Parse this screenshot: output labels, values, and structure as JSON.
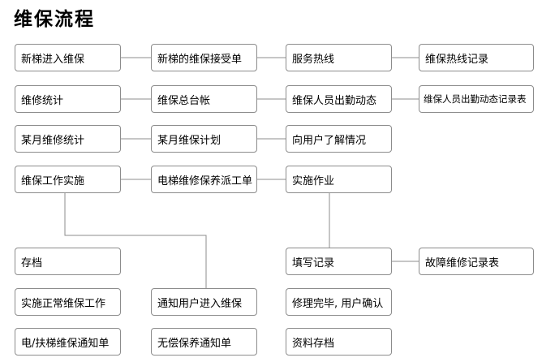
{
  "title": "维保流程",
  "nodes": {
    "n1": "新梯进入维保",
    "n2": "新梯的维保接受单",
    "n3": "服务热线",
    "n4": "维保热线记录",
    "n5": "维修统计",
    "n6": "维保总台帐",
    "n7": "维保人员出勤动态",
    "n8": "维保人员出勤动态记录表",
    "n9": "某月维修统计",
    "n10": "某月维保计划",
    "n11": "向用户了解情况",
    "n12": "维保工作实施",
    "n13": "电梯维修保养派工单",
    "n14": "实施作业",
    "n15": "存档",
    "n16": "填写记录",
    "n17": "故障维修记录表",
    "n18": "实施正常维保工作",
    "n19": "通知用户进入维保",
    "n20": "修理完毕, 用户确认",
    "n21": "电/扶梯维保通知单",
    "n22": "无偿保养通知单",
    "n23": "资料存档"
  }
}
